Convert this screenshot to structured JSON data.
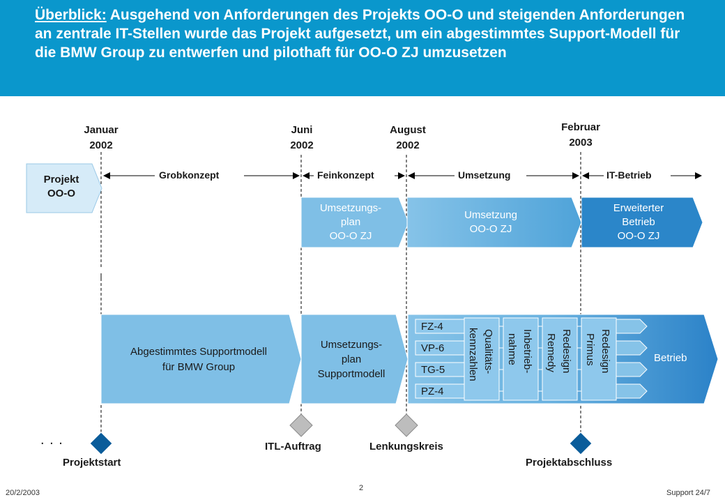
{
  "header": {
    "lead": "Überblick:",
    "text": " Ausgehend von Anforderungen des Projekts OO-O und steigenden Anforderungen an zentrale IT-Stellen wurde das Projekt aufgesetzt, um ein abgestimmtes Support-Modell für die BMW Group zu entwerfen und pilothaft für OO-O ZJ umzusetzen"
  },
  "dates": [
    {
      "line1": "Januar",
      "line2": "2002"
    },
    {
      "line1": "Juni",
      "line2": "2002"
    },
    {
      "line1": "August",
      "line2": "2002"
    },
    {
      "line1": "Februar",
      "line2": "2003"
    }
  ],
  "project": {
    "line1": "Projekt",
    "line2": "OO-O"
  },
  "phases": [
    "Grobkonzept",
    "Feinkonzept",
    "Umsetzung",
    "IT-Betrieb"
  ],
  "top_row": [
    {
      "l1": "Umsetzungs-",
      "l2": "plan",
      "l3": "OO-O ZJ"
    },
    {
      "l1": "Umsetzung",
      "l2": "OO-O ZJ"
    },
    {
      "l1": "Erweiterter",
      "l2": "Betrieb",
      "l3": "OO-O ZJ"
    }
  ],
  "bottom_row": {
    "model": {
      "l1": "Abgestimmtes Supportmodell",
      "l2": "für BMW Group"
    },
    "plan": {
      "l1": "Umsetzungs-",
      "l2": "plan",
      "l3": "Supportmodell"
    },
    "boxes": [
      "FZ-4",
      "VP-6",
      "TG-5",
      "PZ-4"
    ],
    "vertical": [
      {
        "l1": "Qualitäts-",
        "l2": "kennzahlen"
      },
      {
        "l1": "Inbetrieb-",
        "l2": "nahme"
      },
      {
        "l1": "Redesign",
        "l2": "Remedy"
      },
      {
        "l1": "Redesign",
        "l2": "Primus"
      }
    ],
    "betrieb": "Betrieb"
  },
  "milestones": {
    "start": "Projektstart",
    "itl": "ITL-Auftrag",
    "lenkung": "Lenkungskreis",
    "end": "Projektabschluss",
    "ellipsis": ". . ."
  },
  "footer": {
    "date": "20/2/2003",
    "page": "2",
    "right": "Support 24/7"
  },
  "colors": {
    "header": "#0a97cc",
    "light": "#7fbfe6",
    "mid": "#3d9bd6",
    "dark": "#2b82c8",
    "project": "#d6ebf8",
    "milestone_dark": "#0a5c9a",
    "milestone_grey": "#bdbdbd"
  }
}
